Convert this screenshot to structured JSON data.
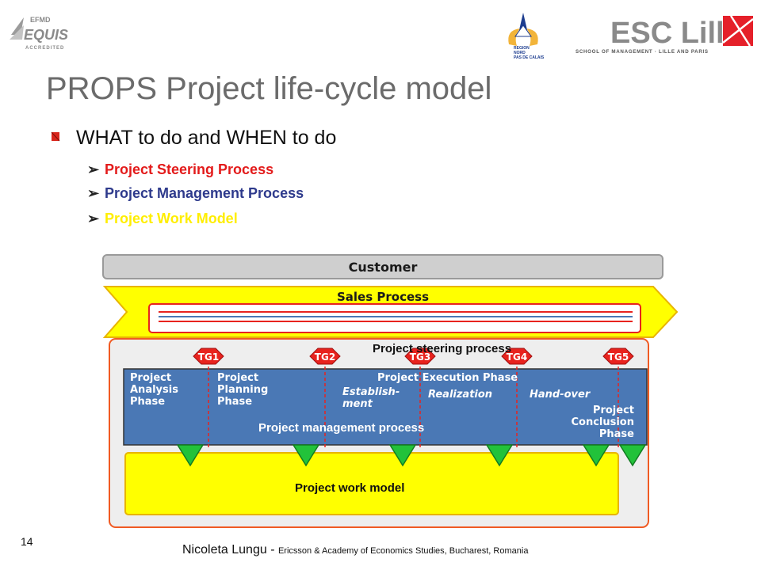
{
  "header": {
    "equis_top": "EFMD",
    "equis_name": "EQUIS",
    "equis_sub": "ACCREDITED",
    "region_lines": [
      "REGION",
      "NORD",
      "PAS DE CALAIS"
    ],
    "school_name": "ESC Lille",
    "school_tagline": "SCHOOL OF MANAGEMENT · LILLE AND PARIS"
  },
  "slide": {
    "title": "PROPS Project life-cycle model",
    "main_point": "WHAT to do and WHEN to do",
    "sub_points": [
      {
        "label": "Project Steering Process",
        "color": "#e31b1b"
      },
      {
        "label": "Project Management Process",
        "color": "#2e3a8c"
      },
      {
        "label": "Project Work Model",
        "color": "#ffee00"
      }
    ],
    "arrow_glyph": "➢",
    "page_number": "14",
    "footer_author": "Nicoleta Lungu -",
    "footer_affiliation": "Ericsson & Academy of Economics Studies, Bucharest, Romania"
  },
  "diagram": {
    "customer": "Customer",
    "sales_process": "Sales Process",
    "tollgates": [
      "TG1",
      "TG2",
      "TG3",
      "TG4",
      "TG5"
    ],
    "phases": {
      "analysis": [
        "Project",
        "Analysis",
        "Phase"
      ],
      "planning": [
        "Project",
        "Planning",
        "Phase"
      ],
      "execution": "Project Execution Phase",
      "establishment": [
        "Establish-",
        "ment"
      ],
      "realization": "Realization",
      "handover": "Hand-over",
      "conclusion": [
        "Project",
        "Conclusion",
        "Phase"
      ]
    },
    "overlay_labels": {
      "steering": "Project steering process",
      "management": "Project management process",
      "work": "Project work model"
    },
    "colors": {
      "steering_red": "#e8231e",
      "management_blue": "#4a78b5",
      "work_yellow": "#ffff00",
      "gate_green": "#22c23a"
    }
  }
}
